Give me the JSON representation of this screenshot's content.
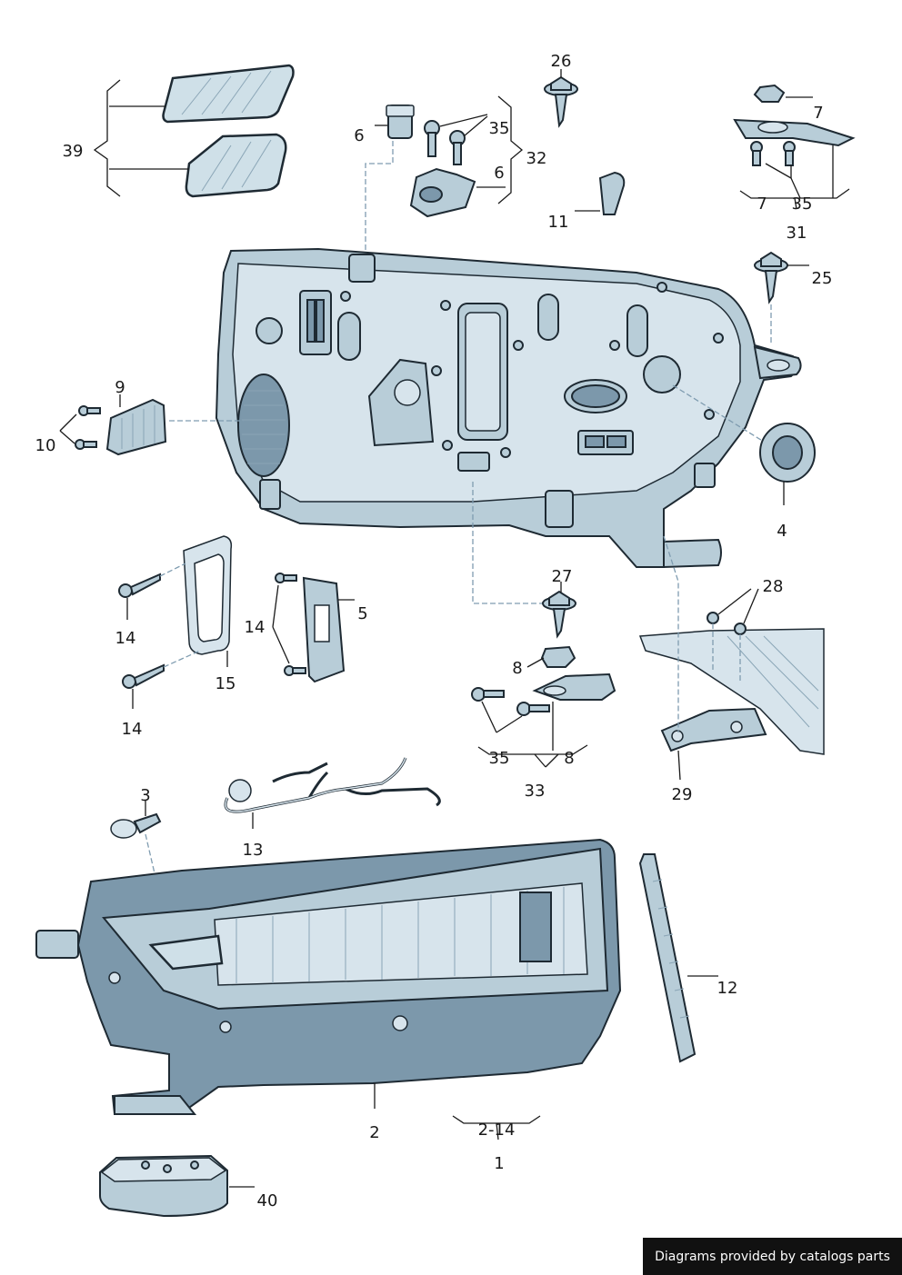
{
  "callouts": {
    "c1": "1",
    "c2": "2",
    "c3": "3",
    "c4": "4",
    "c5": "5",
    "c6a": "6",
    "c6b": "6",
    "c7a": "7",
    "c7b": "7",
    "c8a": "8",
    "c8b": "8",
    "c9": "9",
    "c10": "10",
    "c11": "11",
    "c12": "12",
    "c13": "13",
    "c14a": "14",
    "c14b": "14",
    "c14c": "14",
    "c15": "15",
    "c25": "25",
    "c26": "26",
    "c27": "27",
    "c28": "28",
    "c29": "29",
    "c31": "31",
    "c32": "32",
    "c33": "33",
    "c35a": "35",
    "c35b": "35",
    "c35c": "35",
    "c39": "39",
    "c40": "40",
    "c214": "2-14"
  },
  "credit": "Diagrams provided by catalogs parts",
  "colors": {
    "part_fill": "#b8cdd8",
    "part_dark": "#7c98ab",
    "outline": "#1e2a33",
    "leader_dash": "#7f9cb0"
  }
}
